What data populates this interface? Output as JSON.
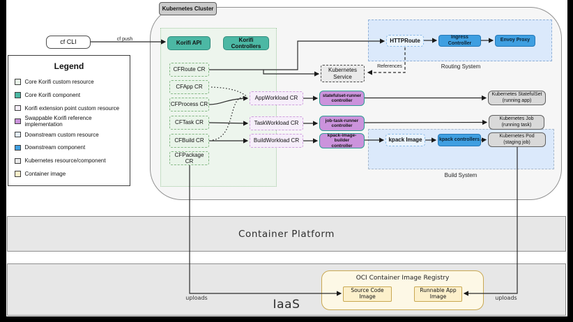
{
  "legend": {
    "title": "Legend",
    "items": [
      {
        "label": "Core Korifi custom resource",
        "color": "#e9f4e9"
      },
      {
        "label": "Core Korifi component",
        "color": "#4cb8a4"
      },
      {
        "label": "Korifi extension point custom resource",
        "color": "#f6eefa"
      },
      {
        "label": "Swappable Korifi reference implementation",
        "color": "#cb93dc"
      },
      {
        "label": "Downstream custom resource",
        "color": "#e3effc"
      },
      {
        "label": "Downstream component",
        "color": "#3f9fe1"
      },
      {
        "label": "Kubernetes resource/component",
        "color": "#e9e9e9"
      },
      {
        "label": "Container image",
        "color": "#fcf0cb"
      }
    ]
  },
  "cluster": {
    "label": "Kubernetes Cluster"
  },
  "nodes": {
    "cf_cli": {
      "label": "cf CLI"
    },
    "korifi_api": {
      "label": "Korifi API"
    },
    "korifi_controllers": {
      "label": "Korifi Controllers"
    },
    "cfroute": {
      "label": "CFRoute CR"
    },
    "cfapp": {
      "label": "CFApp CR"
    },
    "cfprocess": {
      "label": "CFProcess CR"
    },
    "cftask": {
      "label": "CFTask CR"
    },
    "cfbuild": {
      "label": "CFBuild CR"
    },
    "cfpackage": {
      "label": "CFPackage CR"
    },
    "appworkload": {
      "label": "AppWorkload CR"
    },
    "taskworkload": {
      "label": "TaskWorkload CR"
    },
    "buildworkload": {
      "label": "BuildWorkload CR"
    },
    "statefulset_runner": {
      "line1": "statefulset-runner",
      "line2": "controller"
    },
    "job_task_runner": {
      "line1": "job-task-runner",
      "line2": "controller"
    },
    "kpack_image_builder": {
      "line1": "kpack-image-builder",
      "line2": "controller"
    },
    "kubernetes_service": {
      "line1": "Kubernetes",
      "line2": "Service"
    },
    "httproute": {
      "label": "HTTPRoute"
    },
    "ingress_controller": {
      "label": "Ingress Controller"
    },
    "envoy_proxy": {
      "label": "Envoy Proxy"
    },
    "kpack_image": {
      "label": "kpack Image"
    },
    "kpack_controllers": {
      "label": "kpack controllers"
    },
    "k8s_statefulset": {
      "line1": "Kubernetes StatefulSet",
      "line2": "(running app)"
    },
    "k8s_job": {
      "line1": "Kubernetes Job",
      "line2": "(running task)"
    },
    "k8s_pod": {
      "line1": "Kubernetes Pod",
      "line2": "(staging job)"
    }
  },
  "groups": {
    "routing_system": "Routing System",
    "build_system": "Build System"
  },
  "bands": {
    "container_platform": "Container Platform",
    "iaas": "IaaS"
  },
  "registry": {
    "title": "OCI Container Image Registry",
    "source_code": {
      "line1": "Source Code",
      "line2": "Image"
    },
    "runnable_app": {
      "line1": "Runnable App",
      "line2": "Image"
    }
  },
  "edge_labels": {
    "cf_push": "cf push",
    "references": "References",
    "uploads_left": "uploads",
    "uploads_right": "uploads"
  }
}
